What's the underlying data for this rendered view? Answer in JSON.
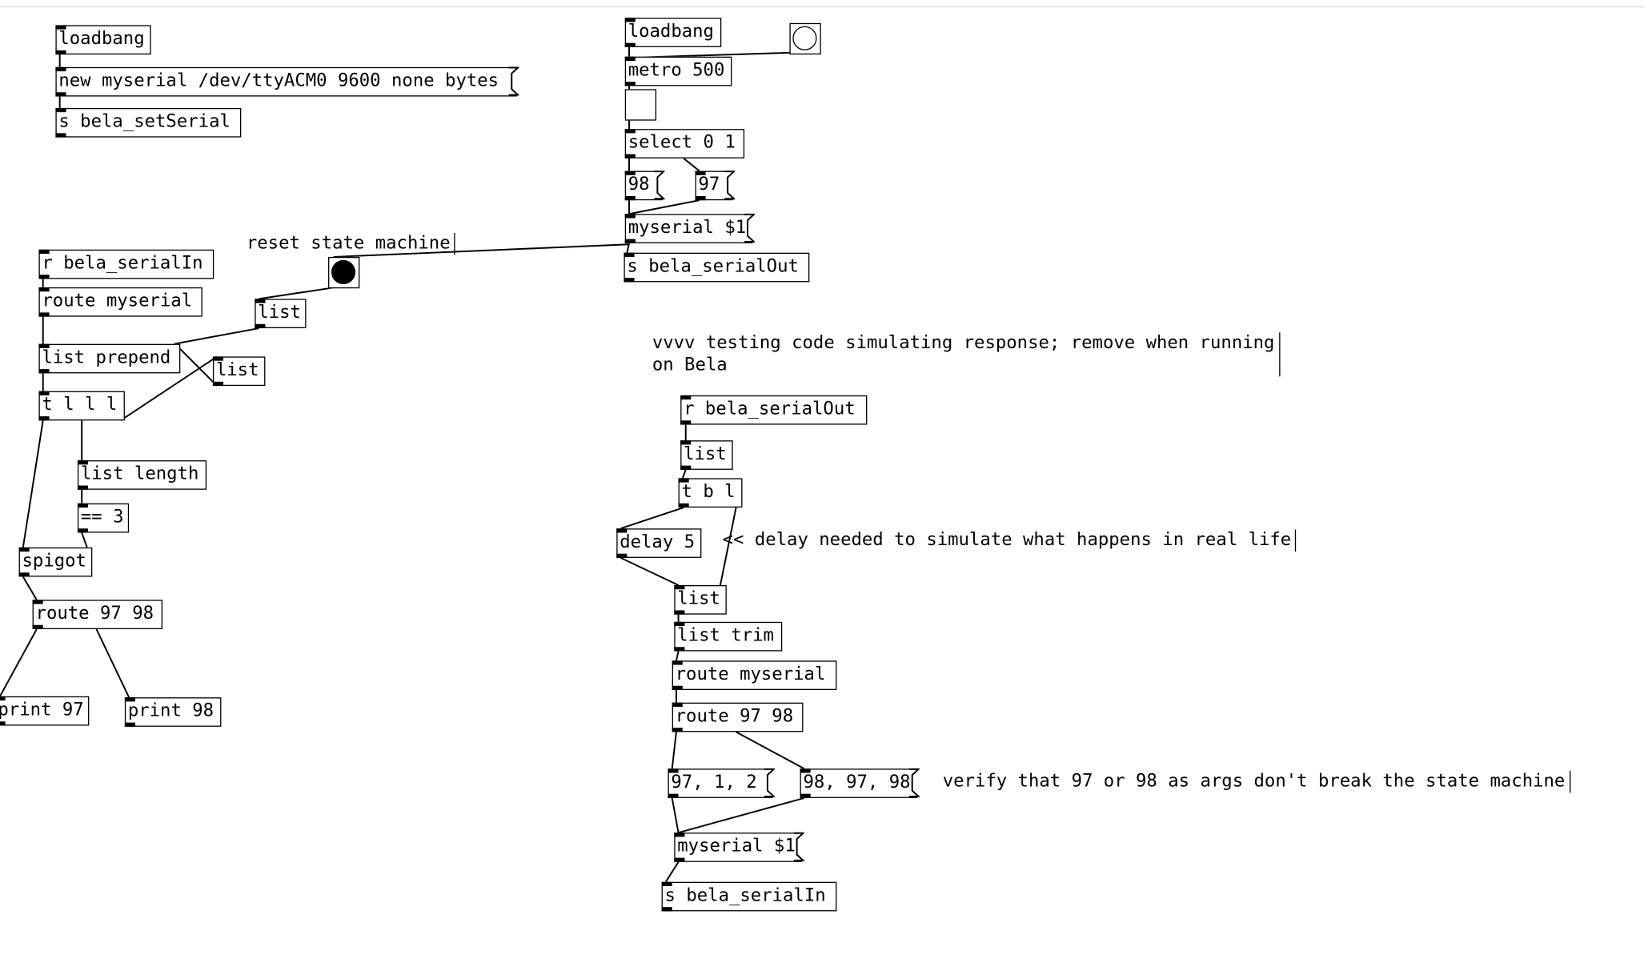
{
  "patch": {
    "left_top": {
      "loadbang": "loadbang",
      "open_msg": "new myserial /dev/ttyACM0 9600 none bytes",
      "send_setserial": "s bela_setSerial"
    },
    "sender": {
      "loadbang": "loadbang",
      "metro": "metro 500",
      "select": "select 0 1",
      "msg_98": "98",
      "msg_97": "97",
      "myserial_msg": "myserial $1",
      "send_serialout": "s bela_serialOut",
      "toggle_on": false
    },
    "receiver": {
      "reset_comment": "reset state machine",
      "recv_serialin": "r bela_serialIn",
      "route_myserial": "route myserial",
      "list_a": "list",
      "list_prepend": "list prepend",
      "list_b": "list",
      "trigger": "t l l l",
      "list_length": "list length",
      "eq3": "== 3",
      "spigot": "spigot",
      "route_97_98": "route 97 98",
      "print_97": "print 97",
      "print_98": "print 98"
    },
    "test": {
      "comment": "vvvv testing code simulating response; remove when running\non Bela",
      "recv_serialout": "r bela_serialOut",
      "list_a": "list",
      "trigger": "t b l",
      "delay": "delay 5",
      "delay_comment": "<< delay needed to simulate what happens in real life",
      "list_b": "list",
      "list_trim": "list trim",
      "route_myserial": "route myserial",
      "route_97_98": "route 97 98",
      "msg_a": "97, 1, 2",
      "msg_b": "98, 97, 98",
      "verify_comment": "verify that 97 or 98 as args don't break the state machine",
      "myserial_msg": "myserial $1",
      "send_serialin": "s bela_serialIn"
    }
  }
}
